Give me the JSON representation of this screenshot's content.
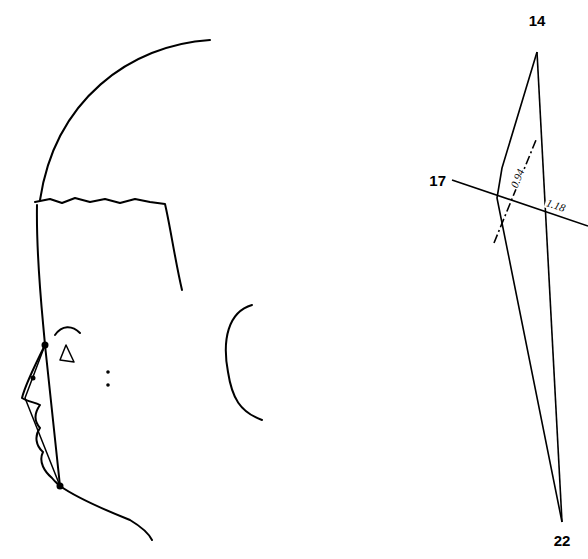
{
  "diagram": {
    "labels": [
      "14",
      "17",
      "0.94",
      "1.18",
      "22"
    ]
  }
}
